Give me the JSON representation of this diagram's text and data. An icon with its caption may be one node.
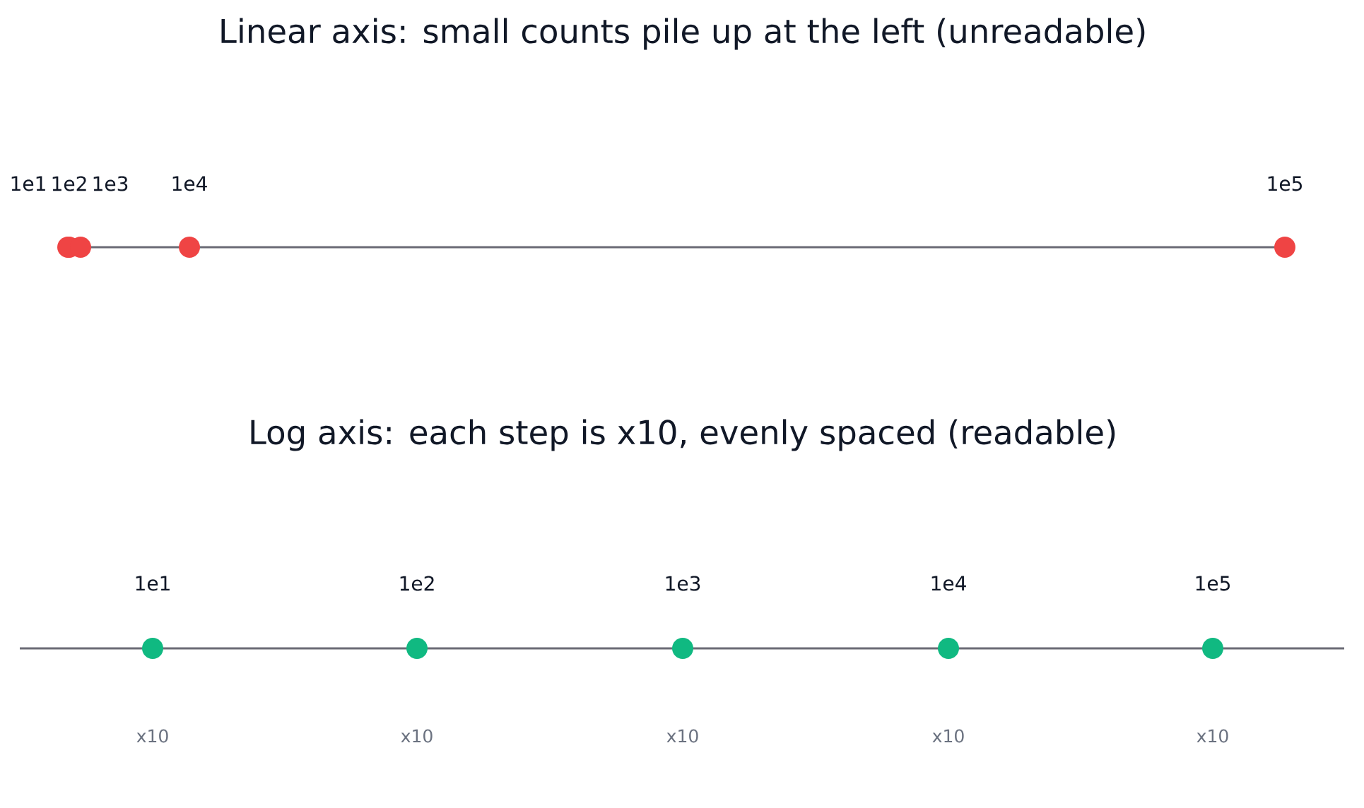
{
  "diagram": {
    "labels": [
      "Linear axis: small counts pile up at the left (unreadable)",
      "1e1",
      "1e2",
      "1e3",
      "1e4",
      "1e5",
      "Log axis: each step is x10, evenly spaced (readable)",
      "1e1",
      "1e2",
      "1e3",
      "1e4",
      "1e5",
      "x10",
      "x10",
      "x10",
      "x10",
      "x10"
    ]
  }
}
